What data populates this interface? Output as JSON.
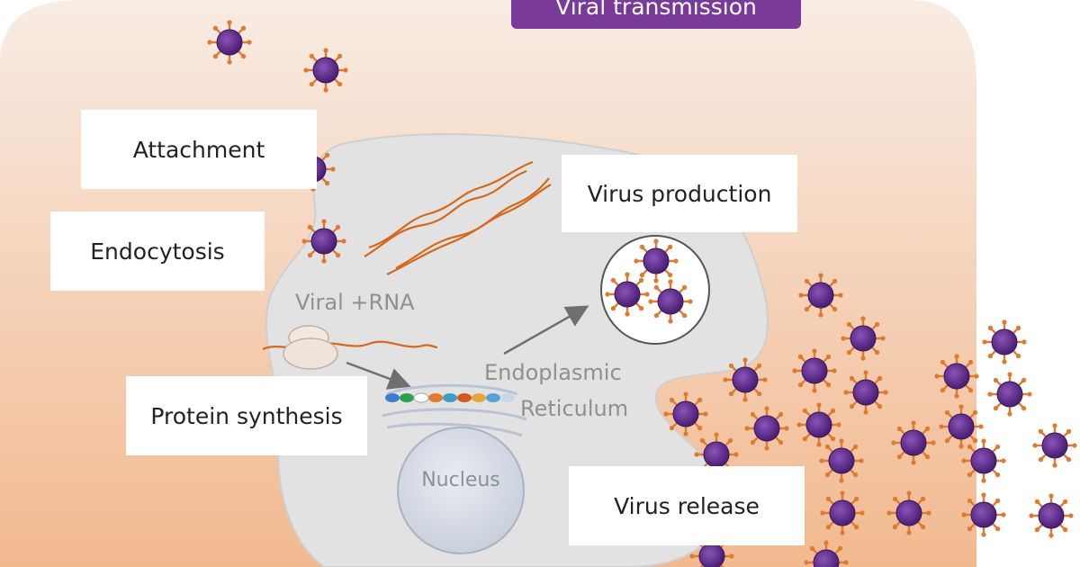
{
  "title": "Viral transmission",
  "steps": {
    "attachment": "Attachment",
    "endocytosis": "Endocytosis",
    "protein_synthesis": "Protein synthesis",
    "virus_production": "Virus production",
    "virus_release": "Virus release"
  },
  "cell_labels": {
    "viral_rna": "Viral +RNA",
    "er_line1": "Endoplasmic",
    "er_line2": "Reticulum",
    "nucleus": "Nucleus"
  },
  "colors": {
    "background_gradient_top": "#f8ece4",
    "background_gradient_bottom": "#f2b98f",
    "cell": "#e2e2e2",
    "nucleus": "#dde2ec",
    "rna": "#d4691a",
    "virus_core": "#5c2a8a",
    "virus_spikes": "#e07a30",
    "title_box": "#7a3a9a"
  },
  "icons": [
    "virus-icon",
    "ribosome-icon",
    "arrow-icon"
  ]
}
